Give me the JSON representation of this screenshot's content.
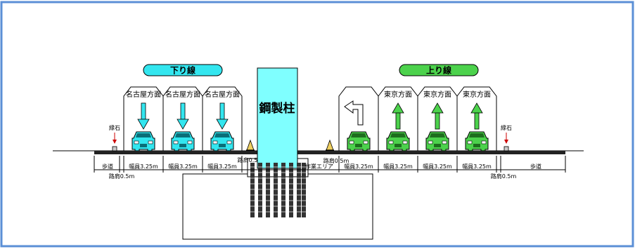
{
  "down_line": {
    "title": "下り線",
    "direction_label": "名古屋方面",
    "lane_width_label": "幅員3.25m",
    "lane_count": 3
  },
  "up_line": {
    "title": "上り線",
    "direction_label": "東京方面",
    "lane_width_label": "幅員3.25m",
    "lane_count": 4
  },
  "center": {
    "column_label": "鋼製柱",
    "shoulder_left": "路肩0.5",
    "shoulder_right": "路肩0.5m",
    "work_area": "作業エリア"
  },
  "edge": {
    "curb_label": "縁石",
    "sidewalk_label": "歩道",
    "shoulder_label": "路肩0.5m"
  },
  "colors": {
    "down_accent": "#33e6ef",
    "up_accent": "#4cd24c",
    "column": "#7fffff",
    "frame": "#5b8fd6"
  }
}
